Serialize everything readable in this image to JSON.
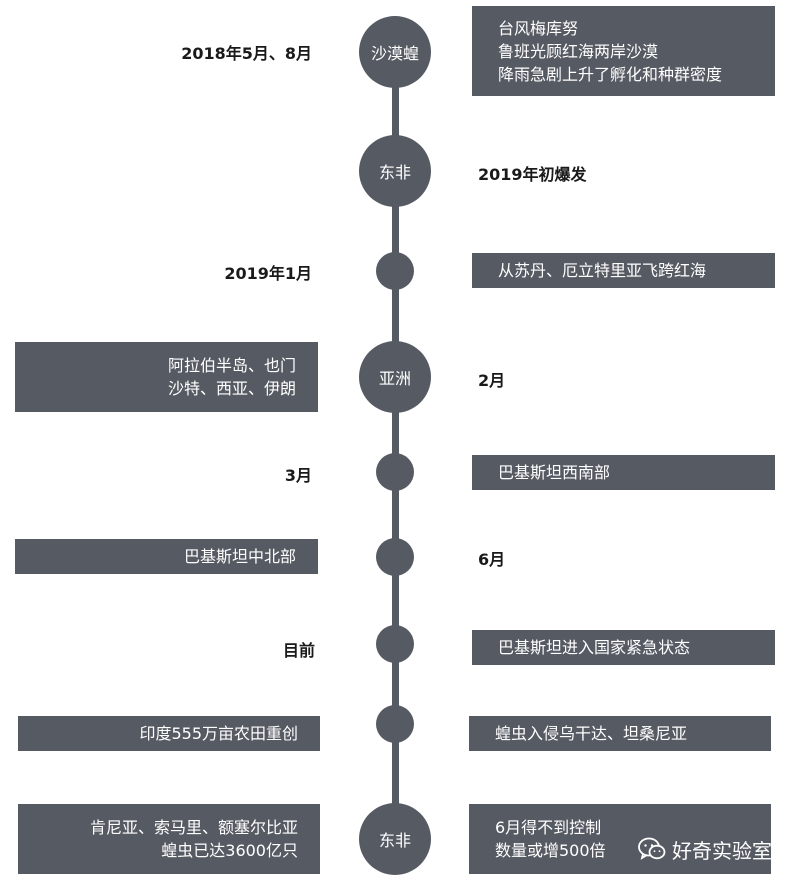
{
  "timeline": {
    "nodes": [
      {
        "label": "沙漠蝗"
      },
      {
        "label": "东非"
      },
      {
        "label": "亚洲"
      },
      {
        "label": "东非"
      }
    ],
    "left_texts": {
      "date1": "2018年5月、8月",
      "date2": "2019年1月",
      "date3": "3月",
      "date4": "目前"
    },
    "right_texts": {
      "date1": "2019年初爆发",
      "date2": "2月",
      "date3": "6月"
    },
    "right_boxes": {
      "cyclone": [
        "台风梅库努",
        "鲁班光顾红海两岸沙漠",
        "降雨急剧上升了孵化和种群密度"
      ],
      "sudan": [
        "从苏丹、厄立特里亚飞跨红海"
      ],
      "pakistan_sw": [
        "巴基斯坦西南部"
      ],
      "pakistan_emergency": [
        "巴基斯坦进入国家紧急状态"
      ],
      "uganda": [
        "蝗虫入侵乌干达、坦桑尼亚"
      ],
      "control": [
        "6月得不到控制",
        "数量或增500倍"
      ]
    },
    "left_boxes": {
      "arabia": [
        "阿拉伯半岛、也门",
        "沙特、西亚、伊朗"
      ],
      "pakistan_nc": [
        "巴基斯坦中北部"
      ],
      "india": [
        "印度555万亩农田重创"
      ],
      "kenya": [
        "肯尼亚、索马里、额塞尔比亚",
        "蝗虫已达3600亿只"
      ]
    }
  },
  "watermark": {
    "text": "好奇实验室",
    "icon": "wechat-icon"
  },
  "colors": {
    "dark": "#565a63",
    "text": "#1a1a1a",
    "white": "#ffffff"
  }
}
